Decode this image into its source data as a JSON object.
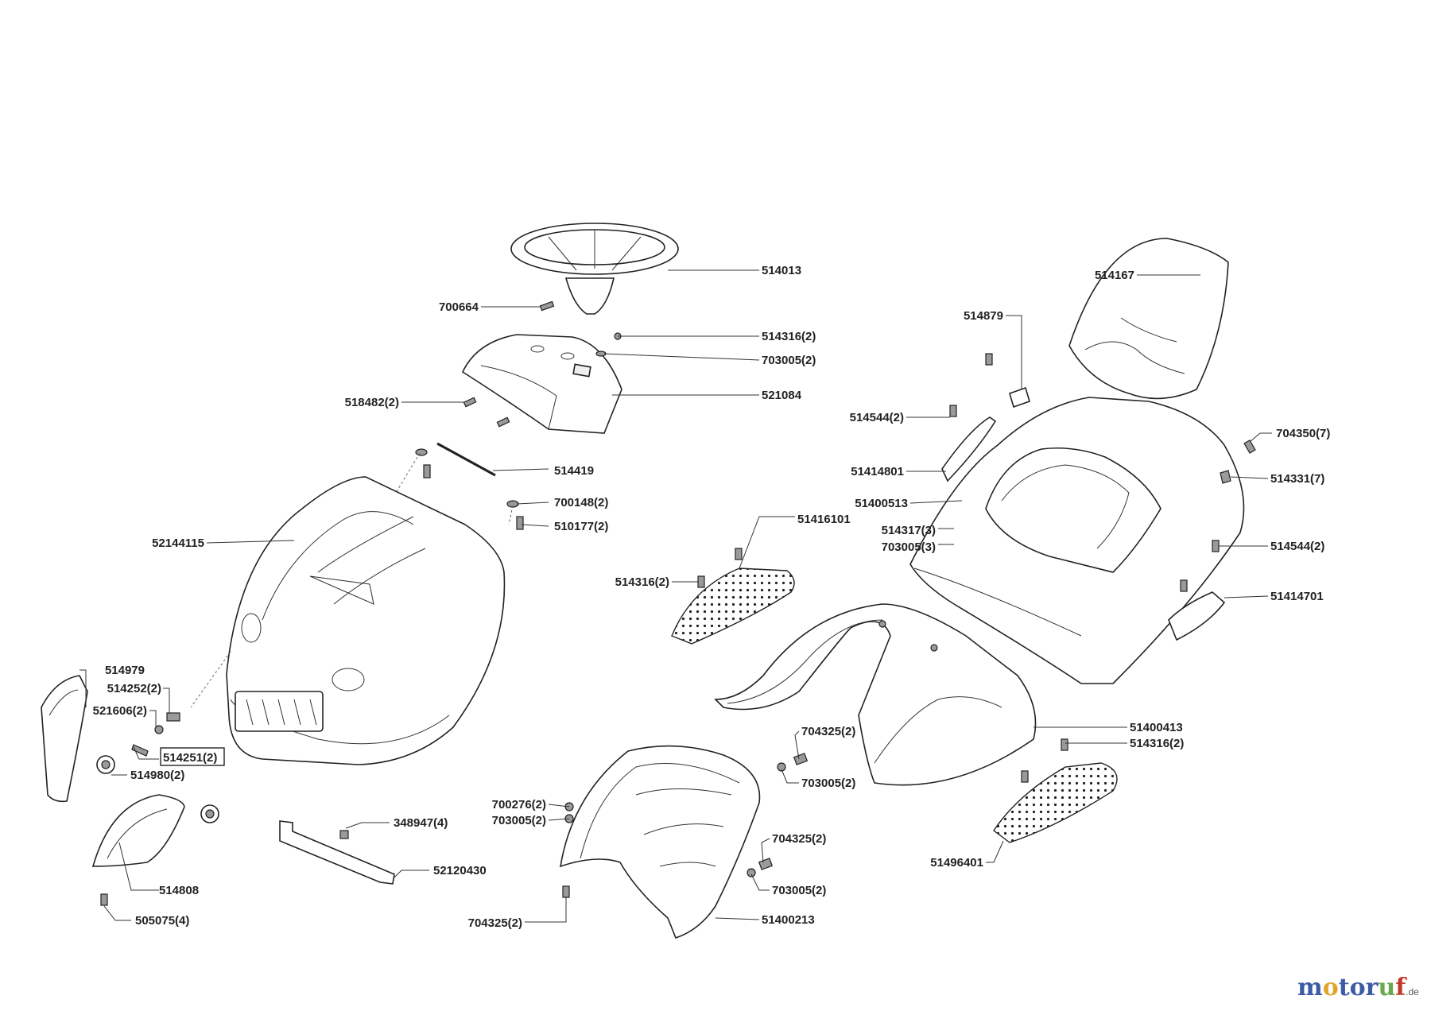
{
  "brand": {
    "letters": [
      {
        "ch": "m",
        "color": "#3b5ba5"
      },
      {
        "ch": "o",
        "color": "#e0a62a"
      },
      {
        "ch": "t",
        "color": "#3b5ba5"
      },
      {
        "ch": "o",
        "color": "#3b5ba5"
      },
      {
        "ch": "r",
        "color": "#3b5ba5"
      },
      {
        "ch": "u",
        "color": "#6aa84f"
      },
      {
        "ch": "f",
        "color": "#c0392b"
      }
    ],
    "suffix": ".de"
  },
  "labels": [
    {
      "id": "l01",
      "text": "514013"
    },
    {
      "id": "l02",
      "text": "700664"
    },
    {
      "id": "l03",
      "text": "514316(2)"
    },
    {
      "id": "l04",
      "text": "703005(2)"
    },
    {
      "id": "l05",
      "text": "518482(2)"
    },
    {
      "id": "l06",
      "text": "521084"
    },
    {
      "id": "l07",
      "text": "514419"
    },
    {
      "id": "l08",
      "text": "700148(2)"
    },
    {
      "id": "l09",
      "text": "510177(2)"
    },
    {
      "id": "l10",
      "text": "52144115"
    },
    {
      "id": "l11",
      "text": "514979"
    },
    {
      "id": "l12",
      "text": "514252(2)"
    },
    {
      "id": "l13",
      "text": "521606(2)"
    },
    {
      "id": "l14",
      "text": "514251(2)"
    },
    {
      "id": "l15",
      "text": "514980(2)"
    },
    {
      "id": "l16",
      "text": "348947(4)"
    },
    {
      "id": "l17",
      "text": "52120430"
    },
    {
      "id": "l18",
      "text": "514808"
    },
    {
      "id": "l19",
      "text": "505075(4)"
    },
    {
      "id": "l20",
      "text": "514167"
    },
    {
      "id": "l21",
      "text": "514879"
    },
    {
      "id": "l22",
      "text": "514544(2)"
    },
    {
      "id": "l23",
      "text": "704350(7)"
    },
    {
      "id": "l24",
      "text": "51414801"
    },
    {
      "id": "l25",
      "text": "514331(7)"
    },
    {
      "id": "l26",
      "text": "51400513"
    },
    {
      "id": "l27",
      "text": "51416101"
    },
    {
      "id": "l28",
      "text": "514317(3)"
    },
    {
      "id": "l29",
      "text": "703005(3)"
    },
    {
      "id": "l30",
      "text": "514544(2)"
    },
    {
      "id": "l31",
      "text": "514316(2)"
    },
    {
      "id": "l32",
      "text": "51414701"
    },
    {
      "id": "l33",
      "text": "51400413"
    },
    {
      "id": "l34",
      "text": "514316(2)"
    },
    {
      "id": "l35",
      "text": "704325(2)"
    },
    {
      "id": "l36",
      "text": "703005(2)"
    },
    {
      "id": "l37",
      "text": "700276(2)"
    },
    {
      "id": "l38",
      "text": "703005(2)"
    },
    {
      "id": "l39",
      "text": "704325(2)"
    },
    {
      "id": "l40",
      "text": "703005(2)"
    },
    {
      "id": "l41",
      "text": "704325(2)"
    },
    {
      "id": "l42",
      "text": "51400213"
    },
    {
      "id": "l43",
      "text": "51496401"
    }
  ]
}
